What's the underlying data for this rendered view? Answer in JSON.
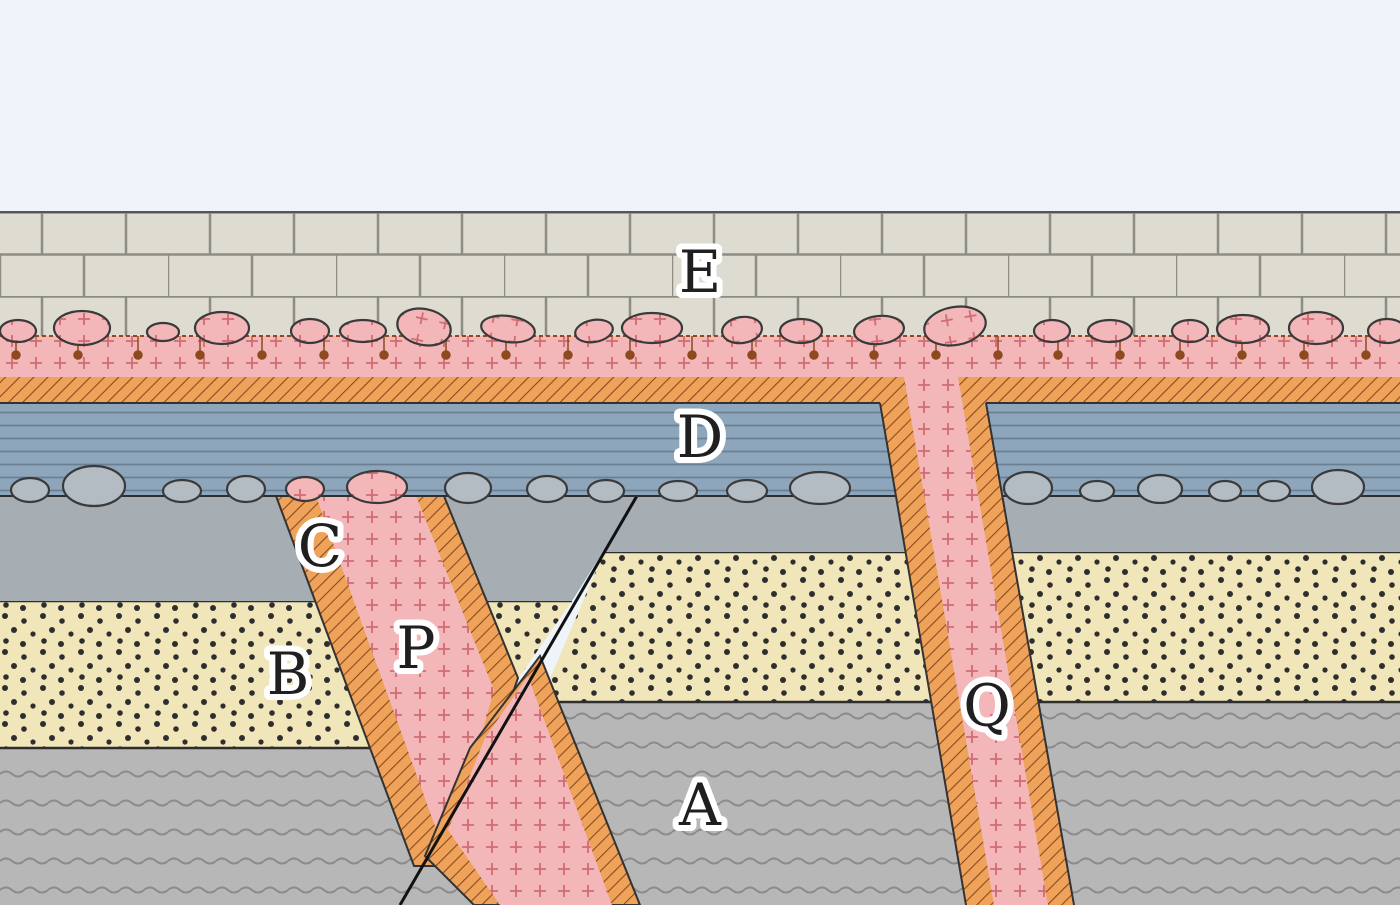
{
  "labels": {
    "A": "A",
    "B": "B",
    "C": "C",
    "D": "D",
    "E": "E",
    "P": "P",
    "Q": "Q"
  },
  "colors": {
    "sky": "#eef4f9",
    "limestone": "#dedcd0",
    "granite": "#f3b7b9",
    "granite_cross": "#d06b72",
    "contact_aureole": "#eea25a",
    "shale": "#8ea6bc",
    "pebble": "#b3bcc3",
    "mudstone": "#a6aeb4",
    "sandstone": "#f1e6b9",
    "schist": "#b7b7b7",
    "outline": "#3a3a3a"
  }
}
